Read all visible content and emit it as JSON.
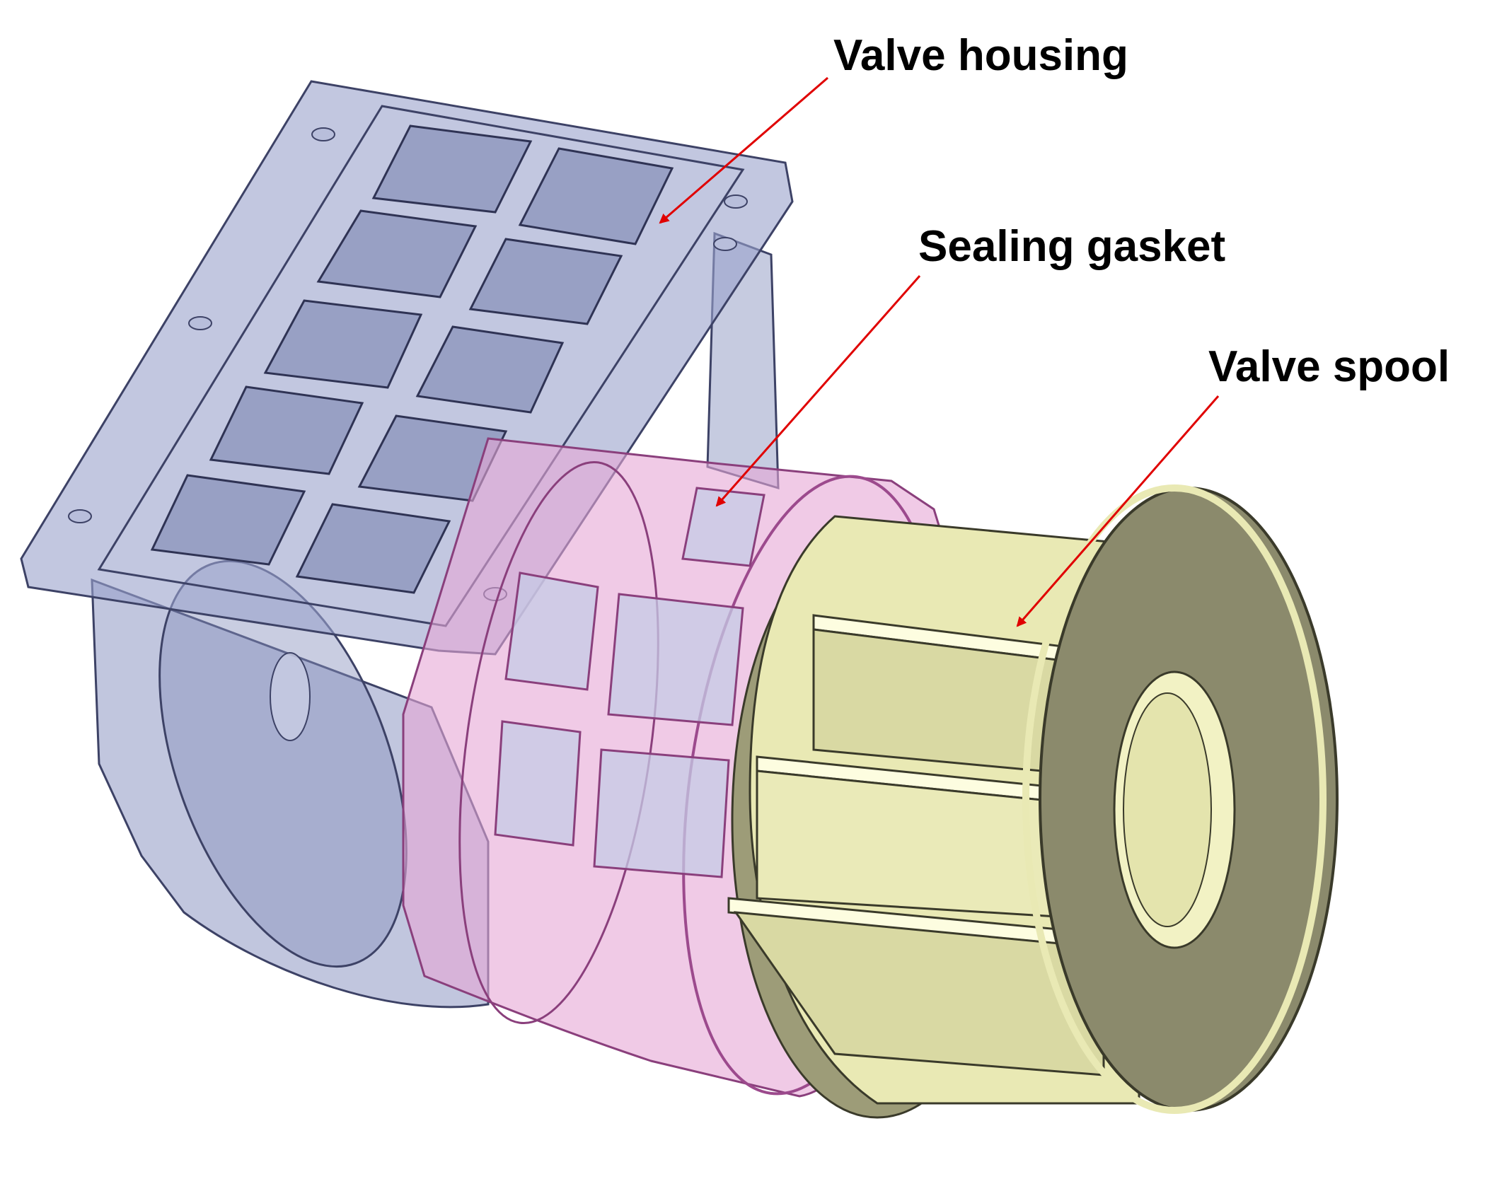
{
  "labels": {
    "housing": "Valve housing",
    "gasket": "Sealing gasket",
    "spool": "Valve spool"
  },
  "colors": {
    "housing": "#8e97c2",
    "gasket": "#e6a7d6",
    "spool": "#e9e9b4",
    "spool_dark": "#8b8a6c",
    "arrow": "#e00000"
  }
}
